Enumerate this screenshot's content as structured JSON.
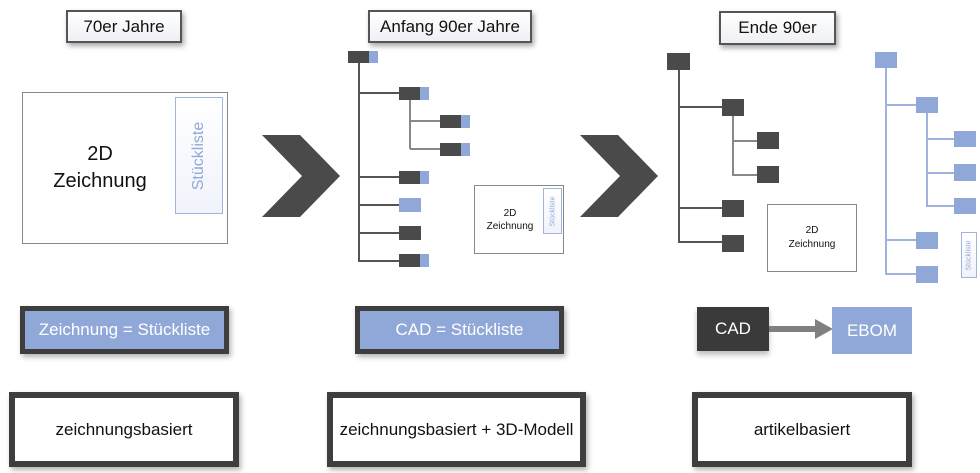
{
  "eras": [
    "70er Jahre",
    "Anfang 90er Jahre",
    "Ende 90er"
  ],
  "drawing": {
    "line1": "2D",
    "line2": "Zeichnung",
    "parts_list": "Stückliste"
  },
  "equations": [
    "Zeichnung = Stückliste",
    "CAD = Stückliste"
  ],
  "flow": {
    "from": "CAD",
    "to": "EBOM"
  },
  "approaches": [
    "zeichnungsbasiert",
    "zeichnungsbasiert + 3D-Modell",
    "artikelbasiert"
  ],
  "colors": {
    "dark": "#4a4a4a",
    "blue": "#8fa8d8",
    "border": "#3e3e3e"
  }
}
